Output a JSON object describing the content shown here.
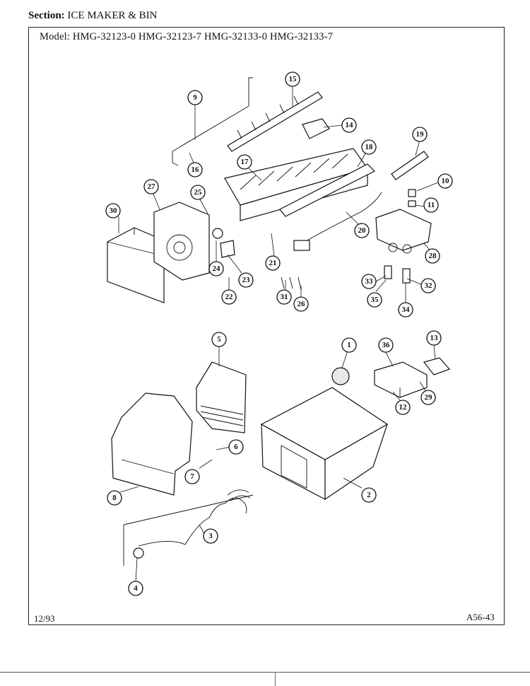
{
  "header": {
    "section_label": "Section:",
    "section_value": "ICE MAKER & BIN"
  },
  "models": {
    "label": "Model:",
    "list": "HMG-32123-0  HMG-32123-7  HMG-32133-0  HMG-32133-7"
  },
  "footer": {
    "date": "12/93",
    "page_code": "A56-43"
  },
  "callouts": [
    "1",
    "2",
    "3",
    "4",
    "5",
    "6",
    "7",
    "8",
    "9",
    "10",
    "11",
    "12",
    "13",
    "14",
    "15",
    "16",
    "17",
    "18",
    "19",
    "20",
    "21",
    "22",
    "23",
    "24",
    "25",
    "26",
    "27",
    "28",
    "29",
    "30",
    "31",
    "32",
    "33",
    "34",
    "35",
    "36"
  ]
}
